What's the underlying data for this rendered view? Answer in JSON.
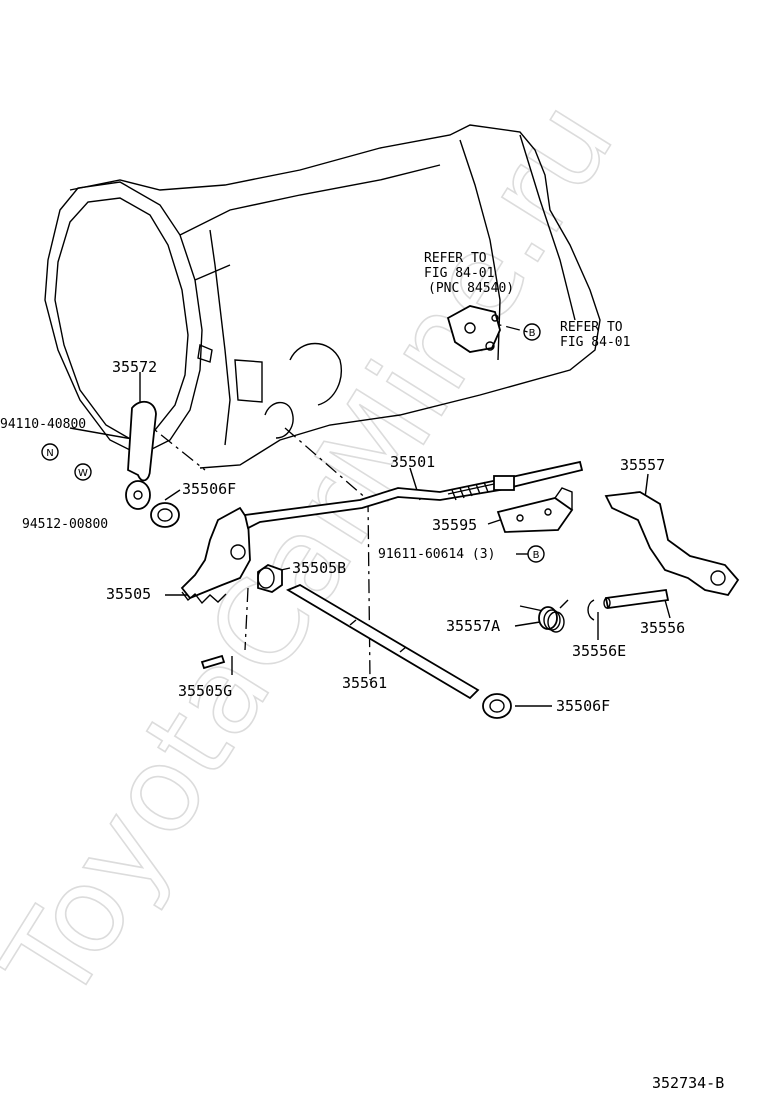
{
  "watermark": "ToyotaCarMine.ru",
  "figure_id": "352734-B",
  "circle_marks": {
    "b": "B",
    "n": "N",
    "w": "W"
  },
  "labels": {
    "p35572": "35572",
    "p94110": "94110-40800",
    "p94512": "94512-00800",
    "p35506f_top": "35506F",
    "p35505": "35505",
    "p35505b": "35505B",
    "p35505g": "35505G",
    "p35561": "35561",
    "p35501": "35501",
    "p35595": "35595",
    "p91611": "91611-60614 (3)",
    "p35557": "35557",
    "p35557a": "35557A",
    "p35556e": "35556E",
    "p35556": "35556",
    "p35506f_bottom": "35506F"
  },
  "refer_notes": {
    "note1_line1": "REFER TO",
    "note1_line2": "FIG 84-01",
    "note1_line3": "(PNC 84540)",
    "note2_line1": "REFER TO",
    "note2_line2": "FIG 84-01"
  }
}
